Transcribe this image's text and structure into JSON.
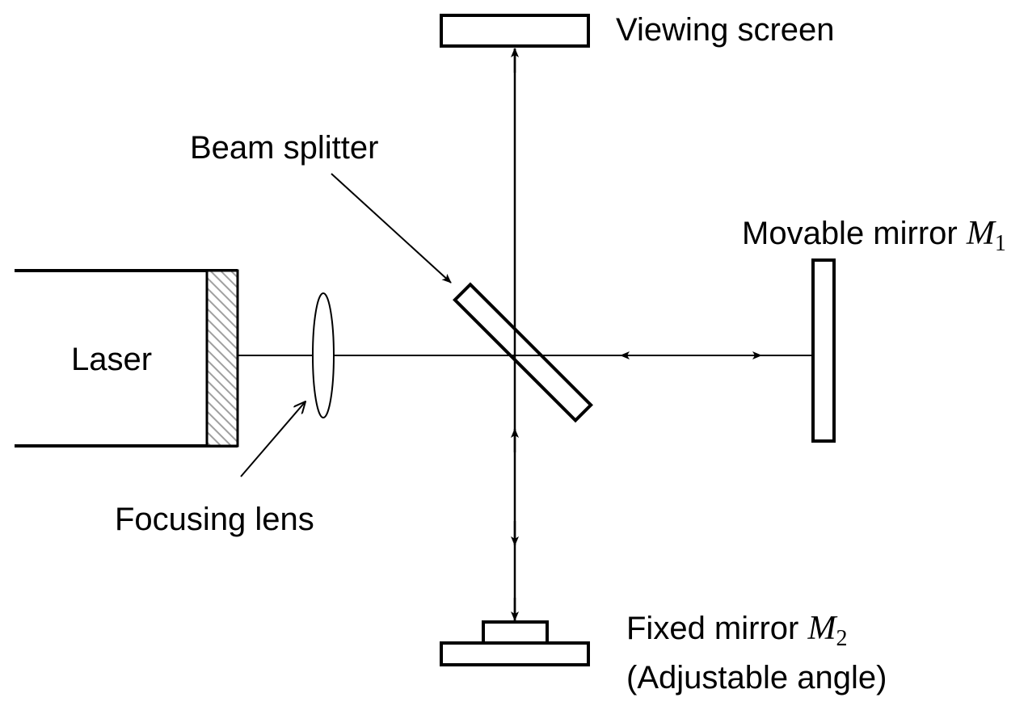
{
  "labels": {
    "viewing_screen": "Viewing screen",
    "beam_splitter": "Beam splitter",
    "movable_mirror": "Movable mirror ",
    "movable_mirror_symbol": "M",
    "movable_mirror_sub": "1",
    "laser": "Laser",
    "focusing_lens": "Focusing lens",
    "fixed_mirror": "Fixed mirror ",
    "fixed_mirror_symbol": "M",
    "fixed_mirror_sub": "2",
    "adjustable_angle": "(Adjustable angle)"
  },
  "colors": {
    "line": "#000000",
    "hatch": "#a0a0a0"
  }
}
